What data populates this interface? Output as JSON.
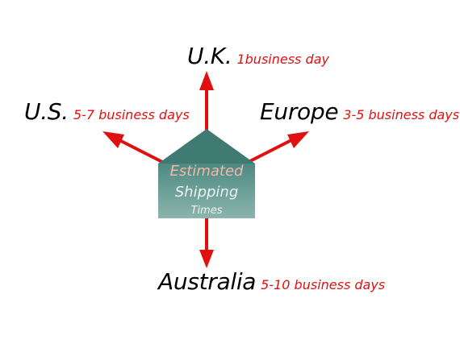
{
  "envelope": {
    "line1": "Estimated",
    "line2": "Shipping",
    "line3": "Times",
    "top_color": "#3f7a73",
    "body_color_top": "#4e8a82",
    "body_color_bottom": "#8bb5ad"
  },
  "arrow_color": "#e01010",
  "destinations": {
    "uk": {
      "name": "U.K.",
      "time": "1business day"
    },
    "us": {
      "name": "U.S.",
      "time": "5-7 business days"
    },
    "europe": {
      "name": "Europe",
      "time": "3-5 business days"
    },
    "australia": {
      "name": "Australia",
      "time": "5-10 business days"
    }
  }
}
